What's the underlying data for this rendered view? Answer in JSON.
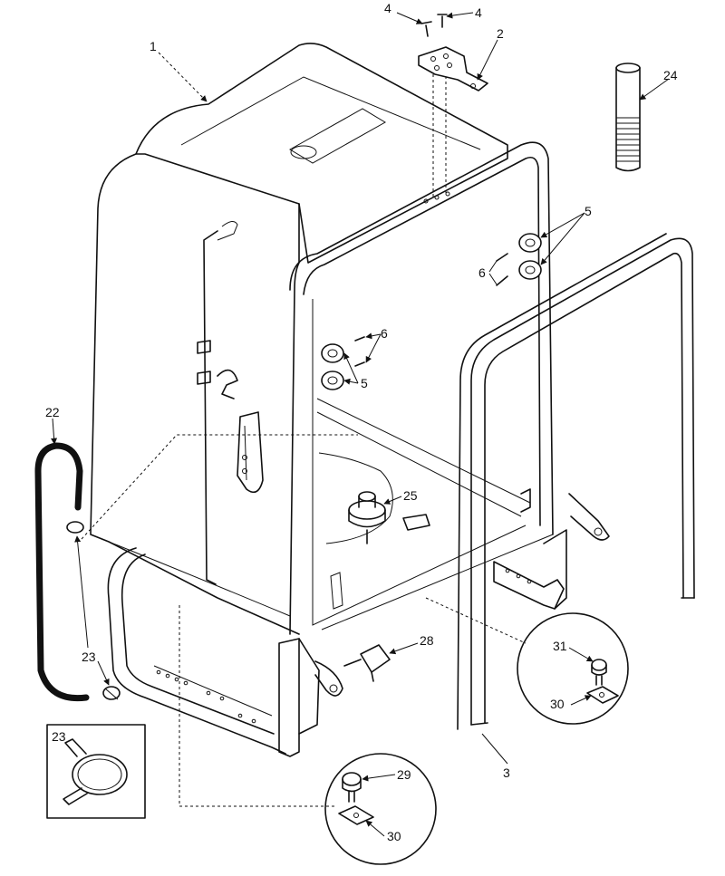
{
  "callouts": {
    "c1": "1",
    "c2": "2",
    "c3": "3",
    "c4a": "4",
    "c4b": "4",
    "c5a": "5",
    "c5b": "5",
    "c6a": "6",
    "c6b": "6",
    "c22": "22",
    "c23a": "23",
    "c23b": "23",
    "c24": "24",
    "c25": "25",
    "c28": "28",
    "c29": "29",
    "c30a": "30",
    "c30b": "30",
    "c31": "31"
  },
  "colors": {
    "ink": "#111111",
    "paper": "#ffffff"
  }
}
